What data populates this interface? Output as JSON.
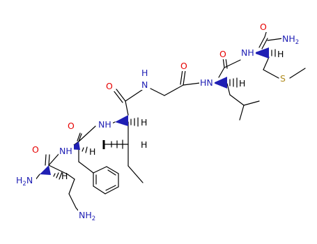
{
  "colors": {
    "bond": "#000000",
    "nitrogen": "#1f1fb4",
    "oxygen": "#e60000",
    "sulfur": "#b08c1f",
    "hydrogen": "#000000",
    "stereo_wedge": "#1f1fb4"
  },
  "atoms": {
    "n_terminal_amine": {
      "symbol": "H",
      "sub": "2",
      "suffix": "N"
    },
    "lys_side_chain_amine": {
      "symbol": "NH",
      "sub": "2",
      "suffix": ""
    },
    "amide_nh": "N",
    "amide_h": "H",
    "carbonyl_o": "O",
    "alpha_h": "H",
    "sulfur": "S",
    "c_terminal_amide": {
      "symbol": "NH",
      "sub": "2"
    }
  }
}
